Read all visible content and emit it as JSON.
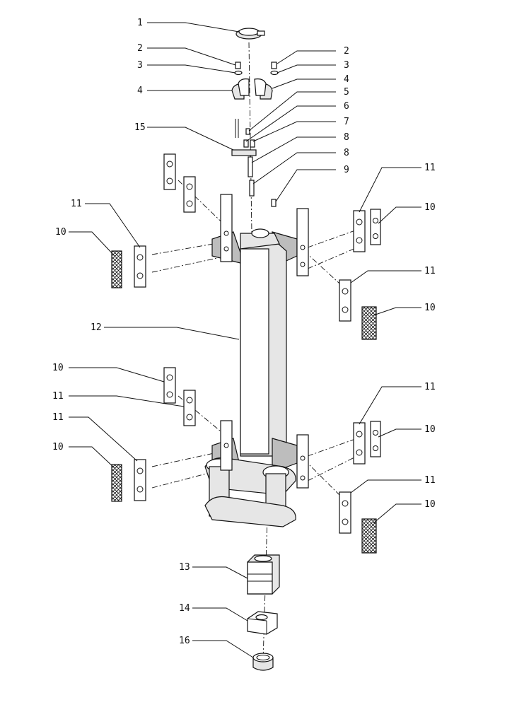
{
  "diagram": {
    "kind": "exploded-parts-assembly",
    "part_numbers": [
      "1",
      "2",
      "3",
      "4",
      "5",
      "6",
      "7",
      "8",
      "9",
      "10",
      "11",
      "12",
      "13",
      "14",
      "15",
      "16"
    ],
    "callout_labels": [
      "1",
      "2",
      "2",
      "3",
      "3",
      "4",
      "4",
      "5",
      "6",
      "7",
      "8",
      "8",
      "9",
      "15",
      "11",
      "10",
      "11",
      "10",
      "11",
      "10",
      "12",
      "10",
      "11",
      "11",
      "10",
      "11",
      "10",
      "11",
      "10",
      "13",
      "14",
      "16"
    ]
  }
}
